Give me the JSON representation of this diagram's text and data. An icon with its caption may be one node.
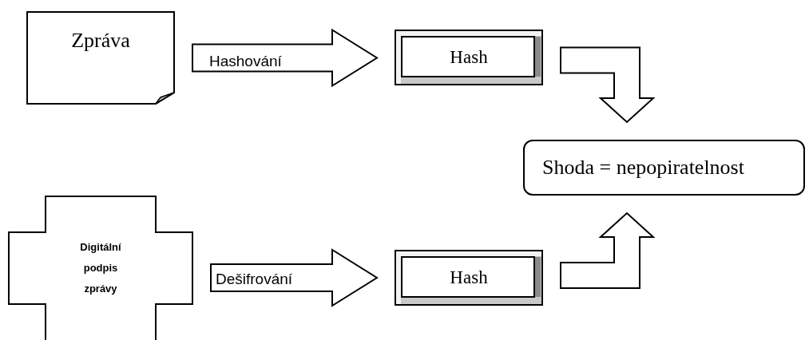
{
  "diagram": {
    "nodes": [
      {
        "text": [
          "Zpráva"
        ]
      },
      {
        "text": [
          "Hash"
        ]
      },
      {
        "text": [
          "Shoda = nepopiratelnost"
        ]
      },
      {
        "text": [
          "Digitální podpis zprávy"
        ]
      },
      {
        "text": [
          "Hash"
        ]
      }
    ],
    "edges": [
      {
        "from": 0,
        "to": 1,
        "arrow": "to",
        "label": "Hashování"
      },
      {
        "from": 1,
        "to": 2,
        "arrow": "to"
      },
      {
        "from": 3,
        "to": 4,
        "arrow": "to",
        "label": "Dešifrování"
      },
      {
        "from": 4,
        "to": 2,
        "arrow": "to"
      }
    ]
  }
}
